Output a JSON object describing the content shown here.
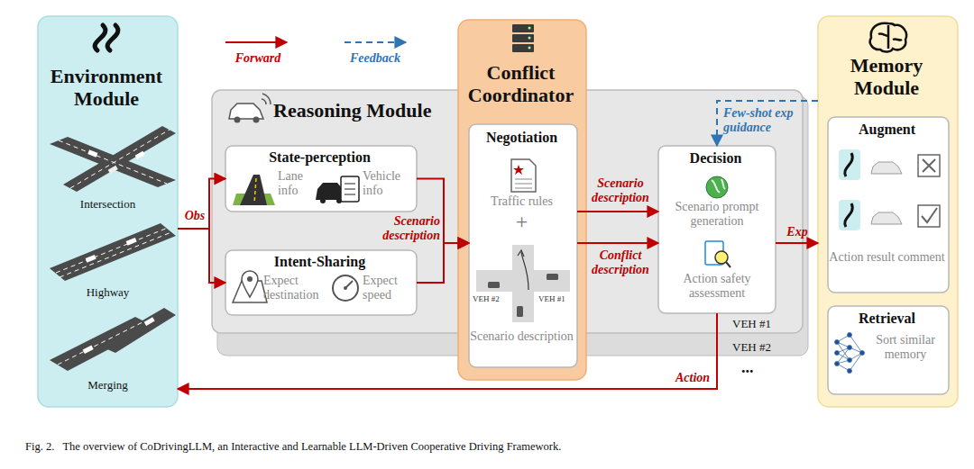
{
  "diagram": {
    "caption": "Fig. 2.   The overview of CoDrivingLLM, an Interactive and Learnable LLM-Driven Cooperative Driving Framework.",
    "nodes": [
      {
        "text": [
          "Environment Module"
        ]
      },
      {
        "text": [
          "Reasoning Module"
        ]
      },
      {
        "text": [
          "State-perception",
          "Lane info",
          "Vehicle info"
        ],
        "in": 1
      },
      {
        "text": [
          "Intent-Sharing",
          "Expect destination",
          "Expect speed"
        ],
        "in": 1
      },
      {
        "text": [
          "Conflict Coordinator"
        ]
      },
      {
        "text": [
          "Negotiation",
          "Traffic rules",
          "+",
          "Scenario description"
        ],
        "in": 4
      },
      {
        "text": [
          "Decision",
          "Scenario prompt generation",
          "Action safety assessment"
        ],
        "in": 1
      },
      {
        "text": [
          "Memory Module"
        ]
      },
      {
        "text": [
          "Augment",
          "Action result comment"
        ],
        "in": 7
      },
      {
        "text": [
          "Retrieval",
          "Sort similar memory"
        ],
        "in": 7
      }
    ],
    "edges": [
      {
        "from": 0,
        "to": 2,
        "label": "Obs",
        "arrow": "to"
      },
      {
        "from": 0,
        "to": 3,
        "arrow": "to"
      },
      {
        "from": 2,
        "to": 5,
        "label": "Scenario description",
        "arrow": "to"
      },
      {
        "from": 3,
        "to": 5,
        "arrow": "to"
      },
      {
        "from": 5,
        "to": 6,
        "label": "Scenario description",
        "arrow": "to"
      },
      {
        "from": 5,
        "to": 6,
        "label": "Conflict description",
        "arrow": "to"
      },
      {
        "from": 6,
        "to": 7,
        "label": "Exp",
        "arrow": "to"
      },
      {
        "from": 6,
        "to": 0,
        "label": "Action",
        "arrow": "to"
      },
      {
        "from": 7,
        "to": 6,
        "label": "Few-shot exp guidance",
        "arrow": "to"
      }
    ],
    "labels": [
      "Intersection",
      "Highway",
      "Merging",
      "VEH #2",
      "VEH #1",
      "VEH #1",
      "VEH #2",
      "..."
    ],
    "legend": [
      {
        "text": "Forward"
      },
      {
        "text": "Feedback"
      }
    ]
  }
}
